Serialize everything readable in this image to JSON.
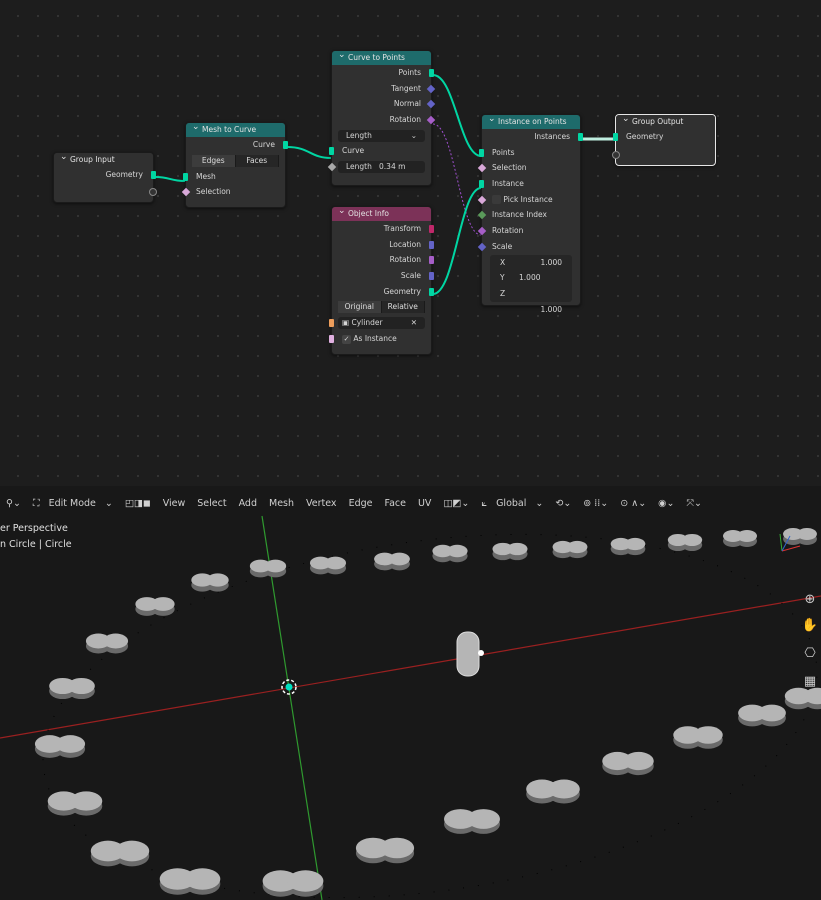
{
  "nodes": {
    "group_input": {
      "title": "Group Input",
      "outputs": [
        "Geometry"
      ]
    },
    "mesh_to_curve": {
      "title": "Mesh to Curve",
      "outputs": [
        "Curve"
      ],
      "mode_buttons": [
        "Edges",
        "Faces"
      ],
      "inputs": [
        "Mesh",
        "Selection"
      ]
    },
    "curve_to_points": {
      "title": "Curve to Points",
      "outputs": [
        "Points",
        "Tangent",
        "Normal",
        "Rotation"
      ],
      "mode": "Length",
      "inputs": [
        "Curve"
      ],
      "length_label": "Length",
      "length_value": "0.34 m"
    },
    "object_info": {
      "title": "Object Info",
      "outputs": [
        "Transform",
        "Location",
        "Rotation",
        "Scale",
        "Geometry"
      ],
      "mode_buttons": [
        "Original",
        "Relative"
      ],
      "object": "Cylinder",
      "as_instance_label": "As Instance",
      "as_instance": true
    },
    "instance_on_points": {
      "title": "Instance on Points",
      "outputs": [
        "Instances"
      ],
      "inputs": [
        "Points",
        "Selection",
        "Instance",
        "Pick Instance",
        "Instance Index",
        "Rotation",
        "Scale"
      ],
      "pick_instance": false,
      "scale": [
        {
          "axis": "X",
          "value": "1.000"
        },
        {
          "axis": "Y",
          "value": "1.000"
        },
        {
          "axis": "Z",
          "value": "1.000"
        }
      ]
    },
    "group_output": {
      "title": "Group Output",
      "inputs": [
        "Geometry"
      ]
    }
  },
  "toolbar": {
    "mode": "Edit Mode",
    "menus": [
      "View",
      "Select",
      "Add",
      "Mesh",
      "Vertex",
      "Edge",
      "Face",
      "UV"
    ],
    "transform_orientation": "Global"
  },
  "viewport": {
    "view_label": "er Perspective",
    "object_label": "n Circle | Circle"
  },
  "colors": {
    "geometry": "#00d6a3",
    "node_header_geo": "#1e6b6b",
    "node_header_obj": "#7c3258",
    "x_axis": "#9a2020",
    "y_axis": "#2f9a2f"
  }
}
